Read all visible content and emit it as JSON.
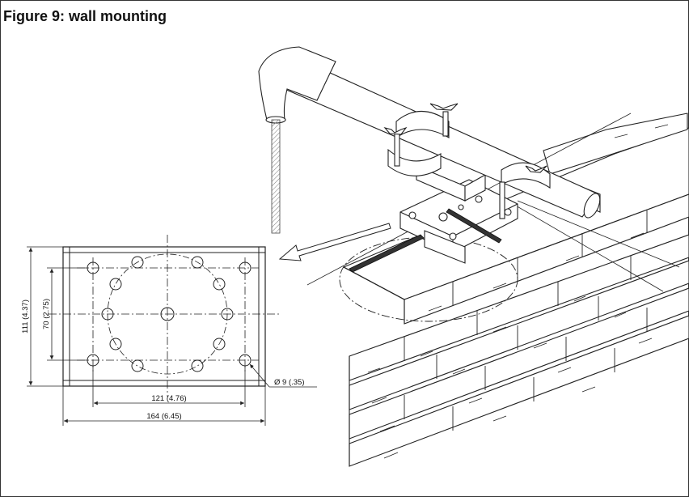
{
  "figure": {
    "title": "Figure 9: wall mounting"
  },
  "dimensions": {
    "width_outer": "164 (6.45)",
    "width_holes": "121 (4.76)",
    "height_outer": "111 (4.37)",
    "height_holes": "70 (2.75)",
    "hole_diameter": "Ø 9 (.35)"
  },
  "colors": {
    "line": "#222222",
    "frame": "#333333",
    "background": "#ffffff"
  }
}
